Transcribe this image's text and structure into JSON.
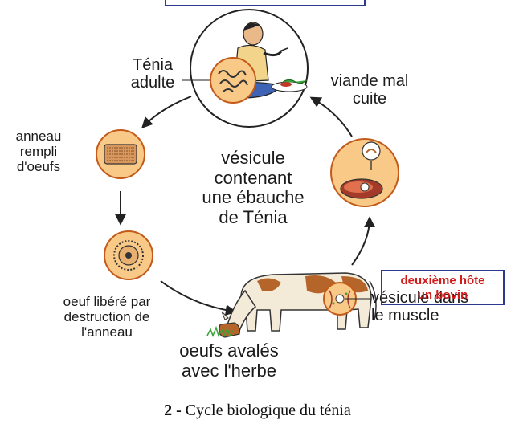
{
  "labels": {
    "tenia_adulte": [
      "Ténia",
      "adulte"
    ],
    "viande_mal_cuite": [
      "viande mal",
      "cuite"
    ],
    "anneau": [
      "anneau",
      "rempli",
      "d'oeufs"
    ],
    "vesicule_ebauche": [
      "vésicule",
      "contenant",
      "une ébauche",
      "de Ténia"
    ],
    "oeuf_libere": [
      "oeuf libéré par",
      "destruction de",
      "l'anneau"
    ],
    "oeufs_avales": [
      "oeufs avalés",
      "avec l'herbe"
    ],
    "vesicule_muscle": [
      "vésicule dans",
      "le muscle"
    ]
  },
  "host_box": {
    "line1": "deuxième hôte",
    "line2": "un bovin"
  },
  "caption": {
    "number": "2 -",
    "text": "Cycle biologique du ténia"
  },
  "colors": {
    "stage_fill": "#f8c987",
    "stage_ring": "#c45a1a",
    "arrow": "#222222",
    "cow_spot": "#b5652a",
    "box_border": "#2b3a8f",
    "host_text": "#d11a1a"
  }
}
